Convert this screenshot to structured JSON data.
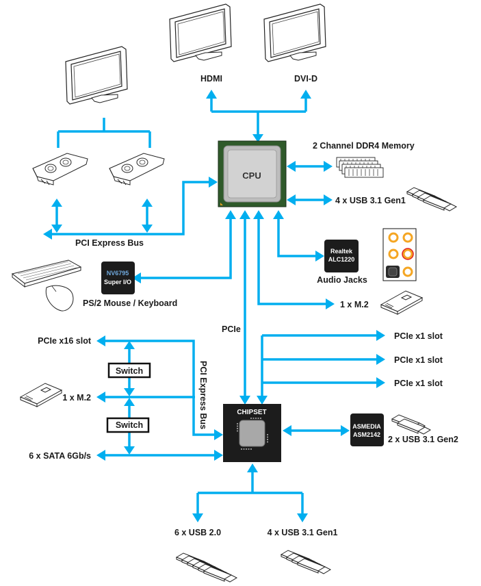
{
  "title": "Block Diagram",
  "colors": {
    "connector": "#00aeef",
    "chip_dark": "#1c1c1c",
    "cpu_pcb": "#2f5a2a",
    "cpu_lid": "#c8c8c8",
    "audio_jack": "#f5a623",
    "audio_jack_red": "#e02020",
    "text": "#1a1a1a"
  },
  "displays": {
    "hdmi": "HDMI",
    "dvid": "DVI-D"
  },
  "cpu": {
    "label": "CPU"
  },
  "chipset": {
    "label": "CHIPSET"
  },
  "cpu_links": {
    "memory": "2 Channel DDR4 Memory",
    "usb31_cpu": "4 x USB 3.1 Gen1",
    "pci_express_bus": "PCI Express Bus",
    "audio_codec_line1": "Realtek",
    "audio_codec_line2": "ALC1220",
    "audio_jacks": "Audio Jacks",
    "superio_line1": "NV6795",
    "superio_line2": "Super I/O",
    "ps2": "PS/2 Mouse / Keyboard",
    "m2_cpu": "1 x M.2",
    "pcie_uplink": "PCIe"
  },
  "chipset_links": {
    "pcie_x16": "PCIe x16 slot",
    "switch1": "Switch",
    "switch2": "Switch",
    "m2": "1 x M.2",
    "sata": "6 x SATA 6Gb/s",
    "pci_express_bus_vertical": "PCI Express Bus",
    "pcie_x1_slots": [
      "PCIe x1 slot",
      "PCIe x1 slot",
      "PCIe x1 slot"
    ],
    "asmedia_line1": "ASMEDIA",
    "asmedia_line2": "ASM2142",
    "usb31_gen2": "2 x USB 3.1 Gen2",
    "usb20": "6 x USB 2.0",
    "usb31_gen1": "4 x USB 3.1 Gen1"
  }
}
